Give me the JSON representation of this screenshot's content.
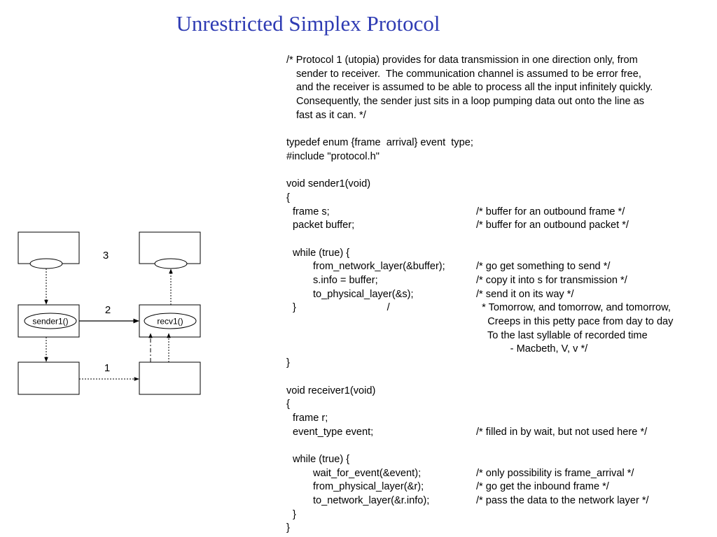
{
  "title": "Unrestricted Simplex Protocol",
  "diagram": {
    "sender_proc": "sender1()",
    "receiver_proc": "recv1()",
    "layer_labels": [
      "3",
      "2",
      "1"
    ]
  },
  "code_lines": [
    {
      "code": "/* Protocol 1 (utopia) provides for data transmission in one direction only, from",
      "comment": "",
      "indent": 0
    },
    {
      "code": "sender to receiver.  The communication channel is assumed to be error free,",
      "comment": "",
      "indent": 14
    },
    {
      "code": "and the receiver is assumed to be able to process all the input infinitely quickly.",
      "comment": "",
      "indent": 14
    },
    {
      "code": "Consequently, the sender just sits in a loop pumping data out onto the line as",
      "comment": "",
      "indent": 14
    },
    {
      "code": "fast as it can. */",
      "comment": "",
      "indent": 14
    },
    {
      "code": "",
      "comment": "",
      "indent": 0
    },
    {
      "code": "typedef enum {frame  arrival} event  type;",
      "comment": "",
      "indent": 0
    },
    {
      "code": "#include \"protocol.h\"",
      "comment": "",
      "indent": 0
    },
    {
      "code": "",
      "comment": "",
      "indent": 0
    },
    {
      "code": "void sender1(void)",
      "comment": "",
      "indent": 0
    },
    {
      "code": "{",
      "comment": "",
      "indent": 0
    },
    {
      "code": "frame s;",
      "comment": "/* buffer for an outbound frame */",
      "indent": 9
    },
    {
      "code": "packet buffer;",
      "comment": "/* buffer for an outbound packet */",
      "indent": 9
    },
    {
      "code": "",
      "comment": "",
      "indent": 0
    },
    {
      "code": "while (true) {",
      "comment": "",
      "indent": 9
    },
    {
      "code": "from_network_layer(&buffer);",
      "comment": "/* go get something to send */",
      "indent": 38
    },
    {
      "code": "s.info = buffer;",
      "comment": "/* copy it into s for transmission */",
      "indent": 38
    },
    {
      "code": "to_physical_layer(&s);",
      "comment": "/* send it on its way */",
      "indent": 38
    },
    {
      "code": "}                                /",
      "comment": "  * Tomorrow, and tomorrow, and tomorrow,",
      "indent": 9
    },
    {
      "code": "",
      "comment": "    Creeps in this petty pace from day to day",
      "indent": 0
    },
    {
      "code": "",
      "comment": "    To the last syllable of recorded time",
      "indent": 0
    },
    {
      "code": "",
      "comment": "            - Macbeth, V, v */",
      "indent": 0
    },
    {
      "code": "}",
      "comment": "",
      "indent": 0
    },
    {
      "code": "",
      "comment": "",
      "indent": 0
    },
    {
      "code": "void receiver1(void)",
      "comment": "",
      "indent": 0
    },
    {
      "code": "{",
      "comment": "",
      "indent": 0
    },
    {
      "code": "frame r;",
      "comment": "",
      "indent": 9
    },
    {
      "code": "event_type event;",
      "comment": "/* filled in by wait, but not used here */",
      "indent": 9
    },
    {
      "code": "",
      "comment": "",
      "indent": 0
    },
    {
      "code": "while (true) {",
      "comment": "",
      "indent": 9
    },
    {
      "code": "wait_for_event(&event);",
      "comment": "/* only possibility is frame_arrival */",
      "indent": 38
    },
    {
      "code": "from_physical_layer(&r);",
      "comment": "/* go get the inbound frame */",
      "indent": 38
    },
    {
      "code": "to_network_layer(&r.info);",
      "comment": "/* pass the data to the network layer */",
      "indent": 38
    },
    {
      "code": "}",
      "comment": "",
      "indent": 9
    },
    {
      "code": "}",
      "comment": "",
      "indent": 0
    }
  ]
}
